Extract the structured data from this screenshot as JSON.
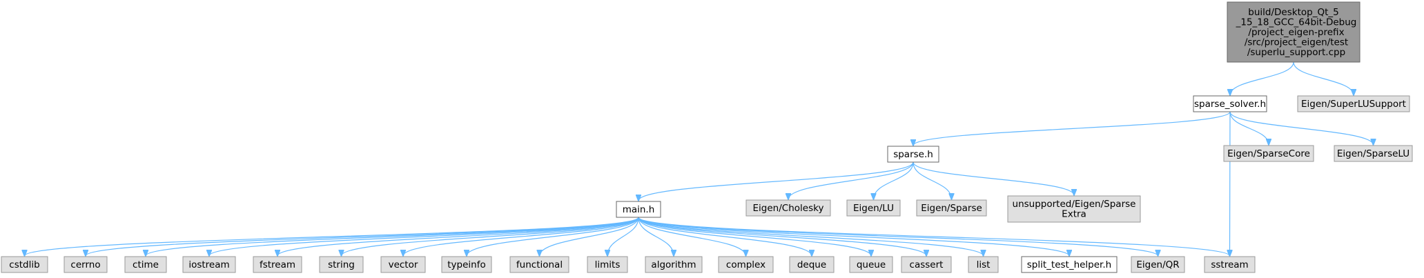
{
  "nodes": [
    {
      "id": "root",
      "lines": [
        "build/Desktop_Qt_5",
        "_15_18_GCC_64bit-Debug",
        "/project_eigen-prefix",
        "/src/project_eigen/test",
        "/superlu_support.cpp"
      ],
      "style": "root"
    },
    {
      "id": "sparse_solver",
      "lines": [
        "sparse_solver.h"
      ],
      "style": "white"
    },
    {
      "id": "superlusupport",
      "lines": [
        "Eigen/SuperLUSupport"
      ],
      "style": "grey"
    },
    {
      "id": "sparse",
      "lines": [
        "sparse.h"
      ],
      "style": "white"
    },
    {
      "id": "sparsecore",
      "lines": [
        "Eigen/SparseCore"
      ],
      "style": "grey"
    },
    {
      "id": "sparselu",
      "lines": [
        "Eigen/SparseLU"
      ],
      "style": "grey"
    },
    {
      "id": "main",
      "lines": [
        "main.h"
      ],
      "style": "white"
    },
    {
      "id": "cholesky",
      "lines": [
        "Eigen/Cholesky"
      ],
      "style": "grey"
    },
    {
      "id": "lu",
      "lines": [
        "Eigen/LU"
      ],
      "style": "grey"
    },
    {
      "id": "eigensparse",
      "lines": [
        "Eigen/Sparse"
      ],
      "style": "grey"
    },
    {
      "id": "unsupported",
      "lines": [
        "unsupported/Eigen/Sparse",
        "Extra"
      ],
      "style": "grey"
    },
    {
      "id": "cstdlib",
      "lines": [
        "cstdlib"
      ],
      "style": "grey"
    },
    {
      "id": "cerrno",
      "lines": [
        "cerrno"
      ],
      "style": "grey"
    },
    {
      "id": "ctime",
      "lines": [
        "ctime"
      ],
      "style": "grey"
    },
    {
      "id": "iostream",
      "lines": [
        "iostream"
      ],
      "style": "grey"
    },
    {
      "id": "fstream",
      "lines": [
        "fstream"
      ],
      "style": "grey"
    },
    {
      "id": "string",
      "lines": [
        "string"
      ],
      "style": "grey"
    },
    {
      "id": "vector",
      "lines": [
        "vector"
      ],
      "style": "grey"
    },
    {
      "id": "typeinfo",
      "lines": [
        "typeinfo"
      ],
      "style": "grey"
    },
    {
      "id": "functional",
      "lines": [
        "functional"
      ],
      "style": "grey"
    },
    {
      "id": "limits",
      "lines": [
        "limits"
      ],
      "style": "grey"
    },
    {
      "id": "algorithm",
      "lines": [
        "algorithm"
      ],
      "style": "grey"
    },
    {
      "id": "complex",
      "lines": [
        "complex"
      ],
      "style": "grey"
    },
    {
      "id": "deque",
      "lines": [
        "deque"
      ],
      "style": "grey"
    },
    {
      "id": "queue",
      "lines": [
        "queue"
      ],
      "style": "grey"
    },
    {
      "id": "cassert",
      "lines": [
        "cassert"
      ],
      "style": "grey"
    },
    {
      "id": "list",
      "lines": [
        "list"
      ],
      "style": "grey"
    },
    {
      "id": "split_test_helper",
      "lines": [
        "split_test_helper.h"
      ],
      "style": "white"
    },
    {
      "id": "eigenqr",
      "lines": [
        "Eigen/QR"
      ],
      "style": "grey"
    },
    {
      "id": "sstream",
      "lines": [
        "sstream"
      ],
      "style": "grey"
    }
  ],
  "edges": [
    [
      "root",
      "sparse_solver"
    ],
    [
      "root",
      "superlusupport"
    ],
    [
      "sparse_solver",
      "sparse"
    ],
    [
      "sparse_solver",
      "sparsecore"
    ],
    [
      "sparse_solver",
      "sparselu"
    ],
    [
      "sparse_solver",
      "sstream"
    ],
    [
      "sparse",
      "main"
    ],
    [
      "sparse",
      "cholesky"
    ],
    [
      "sparse",
      "lu"
    ],
    [
      "sparse",
      "eigensparse"
    ],
    [
      "sparse",
      "unsupported"
    ],
    [
      "main",
      "cstdlib"
    ],
    [
      "main",
      "cerrno"
    ],
    [
      "main",
      "ctime"
    ],
    [
      "main",
      "iostream"
    ],
    [
      "main",
      "fstream"
    ],
    [
      "main",
      "string"
    ],
    [
      "main",
      "vector"
    ],
    [
      "main",
      "typeinfo"
    ],
    [
      "main",
      "functional"
    ],
    [
      "main",
      "limits"
    ],
    [
      "main",
      "algorithm"
    ],
    [
      "main",
      "complex"
    ],
    [
      "main",
      "deque"
    ],
    [
      "main",
      "queue"
    ],
    [
      "main",
      "cassert"
    ],
    [
      "main",
      "list"
    ],
    [
      "main",
      "split_test_helper"
    ],
    [
      "main",
      "eigenqr"
    ],
    [
      "main",
      "sstream"
    ]
  ],
  "colors": {
    "edge": "#63b8ff",
    "root_fill": "#999999",
    "grey_fill": "#e0e0e0",
    "white_fill": "#ffffff"
  }
}
